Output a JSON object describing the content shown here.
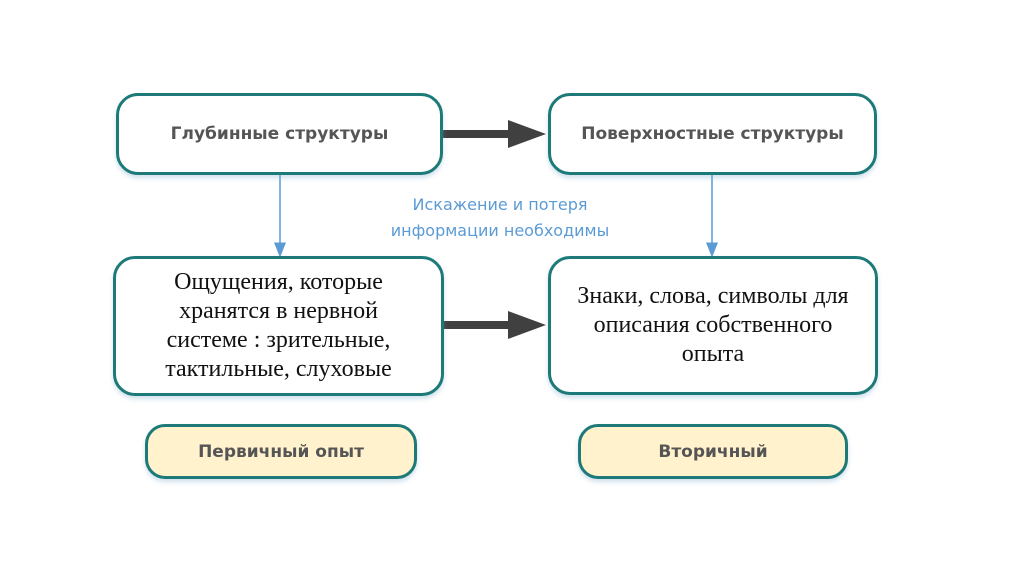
{
  "diagram": {
    "top_left": "Глубинные структуры",
    "top_right": "Поверхностные структуры",
    "middle_note_line1": "Искажение и потеря",
    "middle_note_line2": "информации необходимы",
    "bottom_left": {
      "line1": "Ощущения, которые",
      "line2": "хранятся в нервной",
      "line3": "системе : зрительные,",
      "line4": "тактильные, слуховые"
    },
    "bottom_right": {
      "line1": "Знаки, слова, символы для",
      "line2": "описания собственного",
      "line3": "опыта"
    },
    "label_left": "Первичный опыт",
    "label_right": "Вторичный"
  },
  "colors": {
    "box_border": "#1d7a78",
    "label_fill": "#fff2cc",
    "note_text": "#5b9bd5",
    "arrow_dark": "#404040",
    "arrow_blue": "#5b9bd5"
  }
}
